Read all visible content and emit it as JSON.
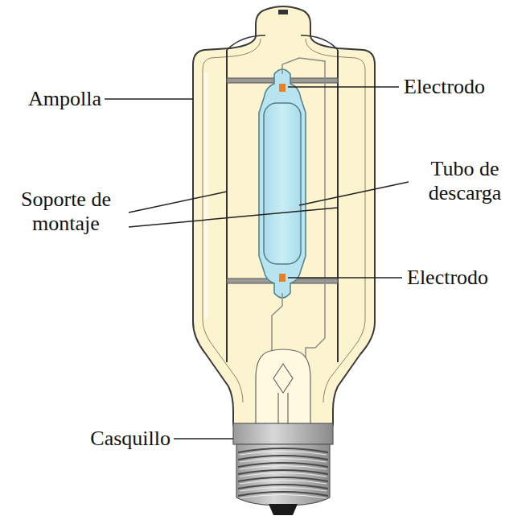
{
  "diagram": {
    "labels": [
      "Ampolla",
      "Electrodo",
      "Tubo de descarga",
      "Soporte de montaje",
      "Electrodo",
      "Casquillo"
    ]
  }
}
